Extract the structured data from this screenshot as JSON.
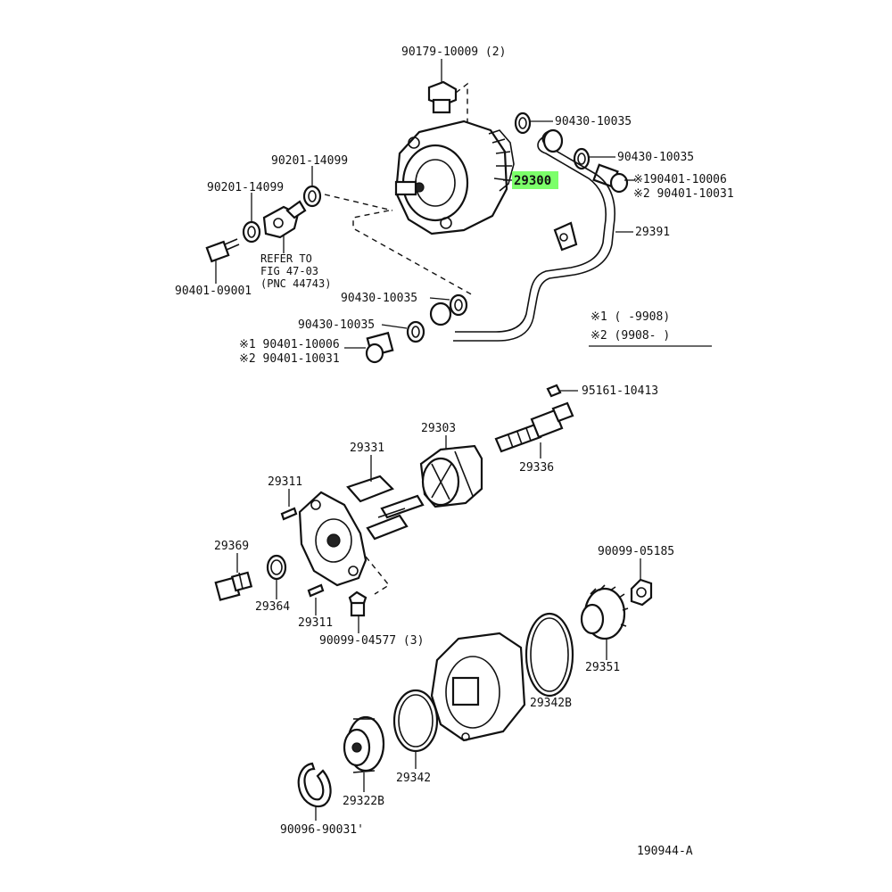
{
  "labels": {
    "p90179": "90179-10009 (2)",
    "p90430a": "90430-10035",
    "p90430b": "90430-10035",
    "p90430c": "90430-10035",
    "p90430d": "90430-10035",
    "p29300": "29300",
    "p190401": "※190401-10006",
    "p290401": "※2 90401-10031",
    "p90201a": "90201-14099",
    "p90201b": "90201-14099",
    "p29391": "29391",
    "refer1": "REFER TO",
    "refer2": "FIG 47-03",
    "refer3": "(PNC 44743)",
    "p90401_09001": "90401-09001",
    "p1_90401": "※1 90401-10006",
    "p2_90401": "※2 90401-10031",
    "note1": "※1 (      -9908)",
    "note2": "※2 (9908-      )",
    "p95161": "95161-10413",
    "p29303": "29303",
    "p29331": "29331",
    "p29336": "29336",
    "p29311a": "29311",
    "p29311b": "29311",
    "p29369": "29369",
    "p29364": "29364",
    "p90099_04577": "90099-04577 (3)",
    "p90099_05185": "90099-05185",
    "p29351": "29351",
    "p29342B": "29342B",
    "p29342": "29342",
    "p29322B": "29322B",
    "p90096": "90096-90031'",
    "figure_id": "190944-A"
  },
  "colors": {
    "highlight": "#7cff6a",
    "ink": "#111111"
  }
}
